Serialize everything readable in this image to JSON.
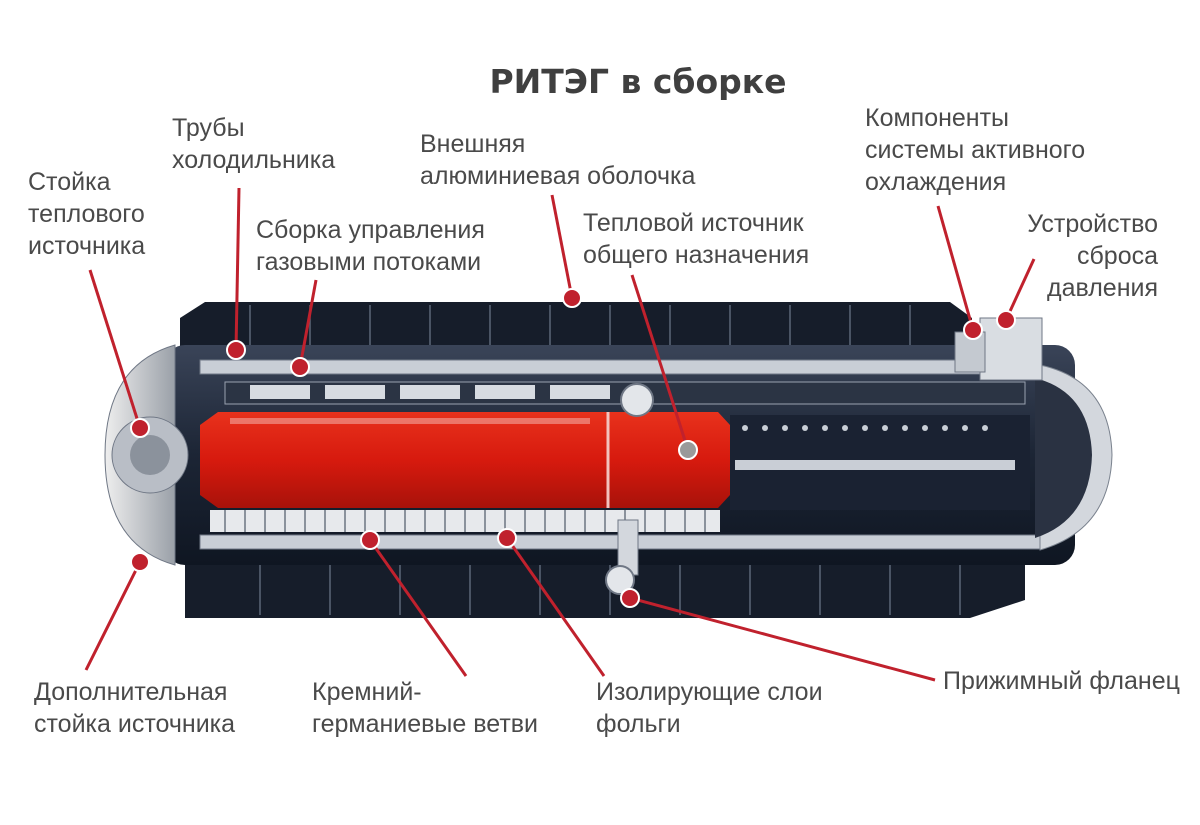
{
  "title": "РИТЭГ в сборке",
  "colors": {
    "marker": "#c0212d",
    "heat_source": "#d71a0e",
    "casing": "#1c2535",
    "label_text": "#4a4a4a",
    "title_text": "#3f3f3f"
  },
  "labels": {
    "cooler_tubes": [
      "Трубы",
      "холодильника"
    ],
    "heat_source_rack": [
      "Стойка",
      "теплового",
      "источника"
    ],
    "gas_flow_assembly": [
      "Сборка управления",
      "газовыми потоками"
    ],
    "outer_shell": [
      "Внешняя",
      "алюминиевая оболочка"
    ],
    "general_heat_source": [
      "Тепловой источник",
      "общего назначения"
    ],
    "active_cooling": [
      "Компоненты",
      "системы активного",
      "охлаждения"
    ],
    "pressure_relief": [
      "Устройство",
      "сброса",
      "давления"
    ],
    "extra_rack": [
      "Дополнительная",
      "стойка источника"
    ],
    "sige_legs": [
      "Кремний-",
      "германиевые ветви"
    ],
    "foil_layers": [
      "Изолирующие слои",
      "фольги"
    ],
    "flange": [
      "Прижимный фланец"
    ]
  }
}
